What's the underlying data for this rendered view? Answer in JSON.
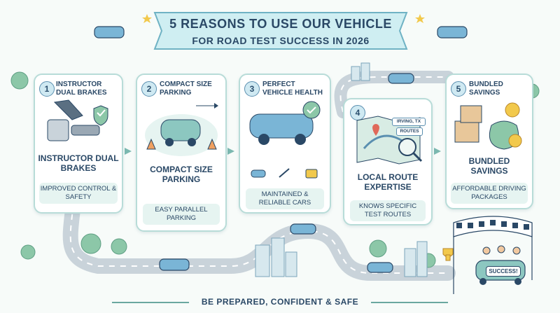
{
  "title": {
    "line1": "5 REASONS TO USE OUR VEHICLE",
    "line2": "FOR ROAD TEST SUCCESS IN 2026"
  },
  "cards": [
    {
      "num": "1",
      "heading": "INSTRUCTOR DUAL BRAKES",
      "big": "INSTRUCTOR DUAL BRAKES",
      "sub": "IMPROVED CONTROL & SAFETY"
    },
    {
      "num": "2",
      "heading": "COMPACT SIZE PARKING",
      "big": "COMPACT SIZE PARKING",
      "sub": "EASY PARALLEL PARKING"
    },
    {
      "num": "3",
      "heading": "PERFECT VEHICLE HEALTH",
      "big": "",
      "sub": "MAINTAINED & RELIABLE CARS"
    },
    {
      "num": "4",
      "heading": "",
      "big": "LOCAL ROUTE EXPERTISE",
      "sub": "KNOWS SPECIFIC TEST ROUTES"
    },
    {
      "num": "5",
      "heading": "BUNDLED SAVINGS",
      "big": "BUNDLED SAVINGS",
      "sub": "AFFORDABLE DRIVING PACKAGES"
    }
  ],
  "map_tags": {
    "city": "IRVING, TX",
    "routes": "ROUTES"
  },
  "success_sign": "SUCCESS!",
  "footer": "BE PREPARED, CONFIDENT & SAFE",
  "colors": {
    "accent": "#2a4866",
    "card_border": "#b8dcd8",
    "road": "#c9d3da",
    "car": "#7ab5d6",
    "tree": "#8cc7a8"
  }
}
